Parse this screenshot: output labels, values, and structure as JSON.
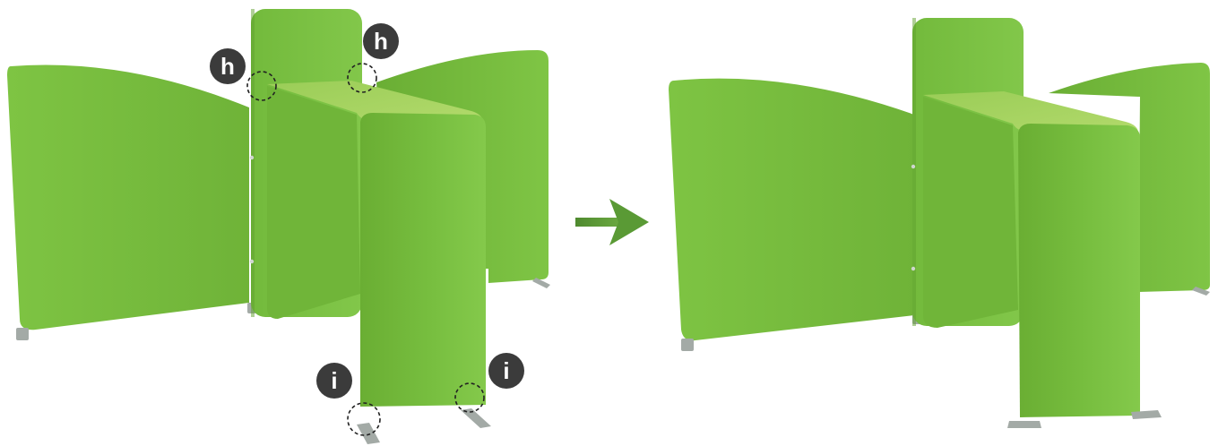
{
  "colors": {
    "panel_green": "#7dc242",
    "panel_green_dark": "#6aae34",
    "panel_green_light": "#9ccf54",
    "top_surface": "#a8d35e",
    "foot_grey": "#a3aaa6",
    "badge_dark": "#3b3b3b",
    "arrow_green": "#5a9a35",
    "dashed_circle": "#222222"
  },
  "icons": {
    "arrow": "right-arrow-icon"
  },
  "callouts": {
    "h_top_left": "h",
    "h_top_right": "h",
    "i_bottom_left": "i",
    "i_bottom_right": "i"
  }
}
